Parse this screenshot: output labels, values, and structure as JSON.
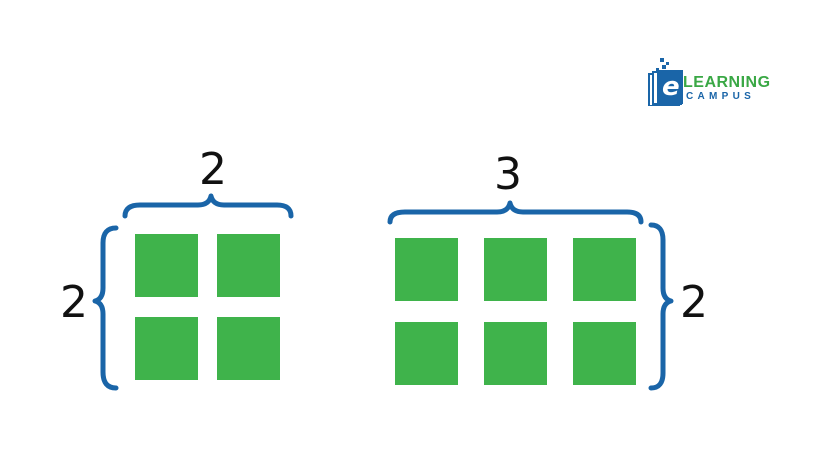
{
  "logo": {
    "line1": "LEARNING",
    "line2": "CAMPUS",
    "letter": "e",
    "colors": {
      "blue": "#1a65a8",
      "green": "#3aa845"
    }
  },
  "left_group": {
    "top_label": "2",
    "side_label": "2",
    "rows": 2,
    "cols": 2
  },
  "right_group": {
    "top_label": "3",
    "side_label": "2",
    "rows": 2,
    "cols": 3
  },
  "colors": {
    "square": "#3fb34b",
    "brace": "#1a65a8",
    "text": "#111111"
  }
}
